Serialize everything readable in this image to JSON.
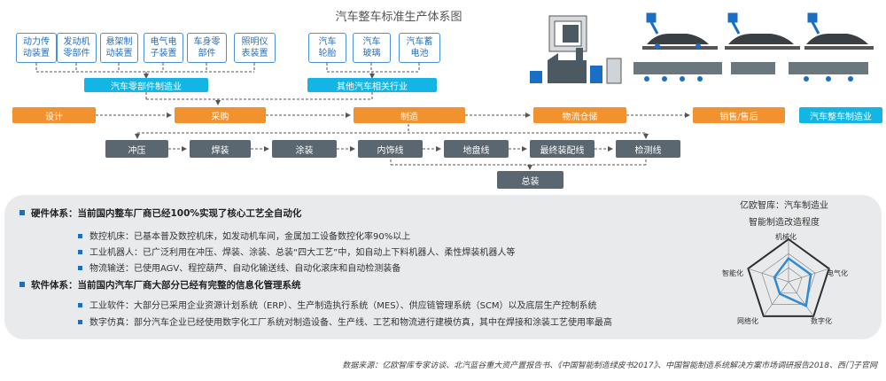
{
  "title": "汽车整车标准生产体系图",
  "parts_left": [
    "动力传\n动装置",
    "发动机\n零部件",
    "悬架制\n动装置",
    "电气电\n子装置",
    "车身零\n部件",
    "照明仪\n表装置"
  ],
  "parts_right": [
    "汽车\n轮胎",
    "汽车\n玻璃",
    "汽车蓄\n电池"
  ],
  "industry_left": "汽车零部件制造业",
  "industry_right": "其他汽车相关行业",
  "main_flow": [
    "设计",
    "采购",
    "制造",
    "物流仓储",
    "销售/售后"
  ],
  "vehicle_industry": "汽车整车制造业",
  "process_steps": [
    "冲压",
    "焊装",
    "涂装",
    "内饰线",
    "地盘线",
    "最终装配线",
    "检测线"
  ],
  "final_step": "总装",
  "hardware": {
    "heading": "硬件体系：当前国内整车厂商已经100%实现了核心工艺全自动化",
    "items": [
      "数控机床：已基本普及数控机床，如发动机车间，金属加工设备数控化率90%以上",
      "工业机器人：已广泛利用在冲压、焊装、涂装、总装“四大工艺”中，如自动上下料机器人、柔性焊装机器人等",
      "物流输送：已使用AGV、程控葫芦、自动化输送线、自动化滚床和自动检测装备"
    ]
  },
  "software": {
    "heading": "软件体系：当前国内汽车厂商大部分已经有完整的信息化管理系统",
    "items": [
      "工业软件：大部分已采用企业资源计划系统（ERP）、生产制造执行系统（MES）、供应链管理系统（SCM）以及底层生产控制系统",
      "数字仿真：部分汽车企业已经使用数字化工厂系统对制造设备、生产线、工艺和物流进行建模仿真，其中在焊接和涂装工艺使用率最高"
    ]
  },
  "radar": {
    "title1": "亿欧智库：汽车制造业",
    "title2": "智能制造改造程度",
    "axes": [
      "机械化",
      "电气化",
      "数字化",
      "网络化",
      "智能化"
    ],
    "values": [
      0.55,
      0.55,
      0.7,
      0.35,
      0.35
    ],
    "colors": {
      "outline": "#2e2e2e",
      "fill": "#2e8bd6"
    }
  },
  "source": "数据来源：亿欧智库专家访谈、北汽蓝谷重大资产置报告书、《中国智能制造绿皮书2017》、中国智能制造系统解决方案市场调研报告2018、西门子官网",
  "colors": {
    "cyan": "#12b5e3",
    "orange": "#f2922e",
    "gray": "#5a6770",
    "blue": "#4a90d9"
  }
}
